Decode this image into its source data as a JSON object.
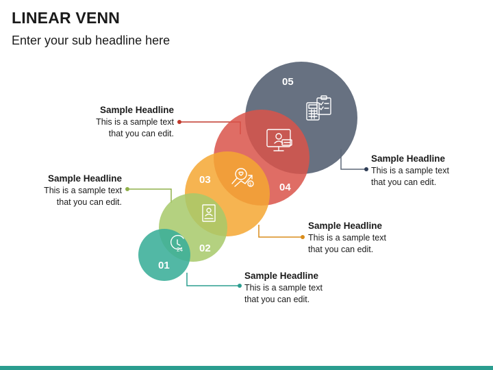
{
  "title": "LINEAR VENN",
  "subtitle": "Enter your sub headline here",
  "colors": {
    "c01": "#3aae98",
    "c02": "#a7c96a",
    "c03": "#f5a733",
    "c04": "#d9534a",
    "c05": "#5b6677",
    "accent": "#2a9d8f"
  },
  "circles": [
    {
      "label": "01",
      "icon": "clock-24-icon"
    },
    {
      "label": "02",
      "icon": "document-person-icon"
    },
    {
      "label": "03",
      "icon": "heart-magnifier-growth-icon"
    },
    {
      "label": "04",
      "icon": "monitor-code-icon"
    },
    {
      "label": "05",
      "icon": "calculator-clipboard-icon"
    }
  ],
  "callouts": [
    {
      "headline": "Sample Headline",
      "line1": "This is a sample text",
      "line2": "that you can edit."
    },
    {
      "headline": "Sample Headline",
      "line1": "This is a sample text",
      "line2": "that you can edit."
    },
    {
      "headline": "Sample Headline",
      "line1": "This is a sample text",
      "line2": "that you can edit."
    },
    {
      "headline": "Sample Headline",
      "line1": "This is a sample text",
      "line2": "that you can edit."
    },
    {
      "headline": "Sample Headline",
      "line1": "This is a sample text",
      "line2": "that you can edit."
    }
  ]
}
